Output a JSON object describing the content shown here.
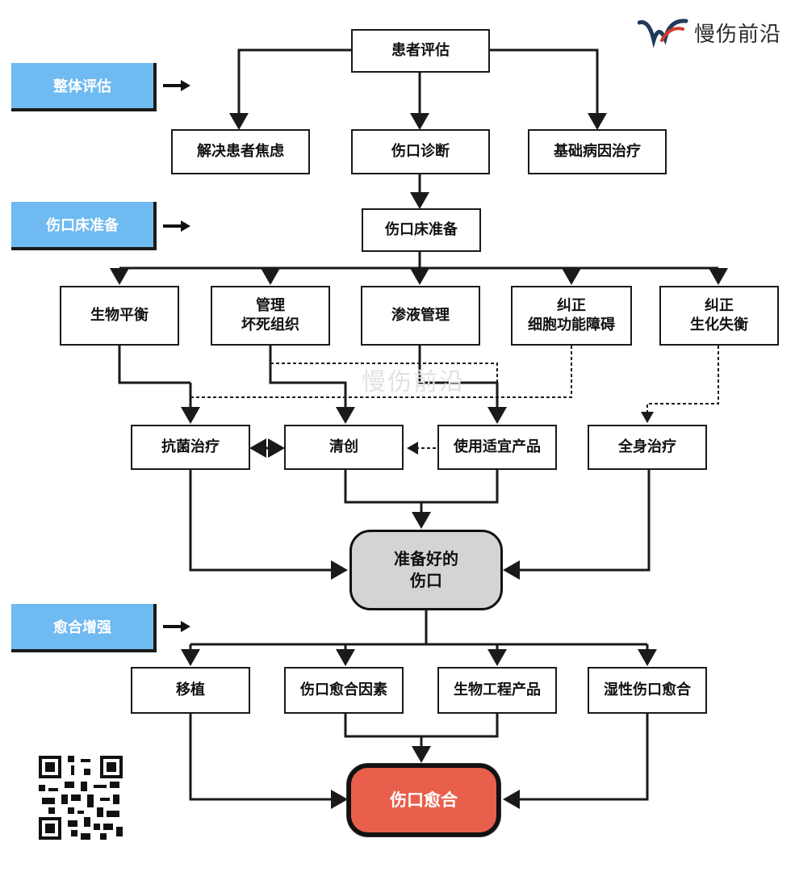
{
  "brand": {
    "name": "慢伤前沿",
    "watermark": "慢伤前沿"
  },
  "colors": {
    "stage_bg": "#6fbaf0",
    "ready_bg": "#d4d4d4",
    "heal_bg": "#e8604b",
    "line": "#1a1a1a"
  },
  "stages": [
    {
      "label": "整体评估"
    },
    {
      "label": "伤口床准备"
    },
    {
      "label": "愈合增强"
    }
  ],
  "nodes": {
    "assessment": "患者评估",
    "anxiety": "解决患者焦虑",
    "diagnosis": "伤口诊断",
    "underlying": "基础病因治疗",
    "bed_prep": "伤口床准备",
    "bio_balance": "生物平衡",
    "necrosis": "管理\n坏死组织",
    "exudate": "渗液管理",
    "dysfunction": "纠正\n细胞功能障碍",
    "biochem": "纠正\n生化失衡",
    "antibacterial": "抗菌治疗",
    "debridement": "清创",
    "products": "使用适宜产品",
    "systemic": "全身治疗",
    "ready_wound": "准备好的\n伤口",
    "graft": "移植",
    "healing_factors": "伤口愈合因素",
    "bioengineered": "生物工程产品",
    "moist_healing": "湿性伤口愈合",
    "healed": "伤口愈合"
  },
  "icons": {
    "stage_arrow": "right-arrow-icon",
    "logo": "logo-icon",
    "qr": "qr-code-icon"
  }
}
